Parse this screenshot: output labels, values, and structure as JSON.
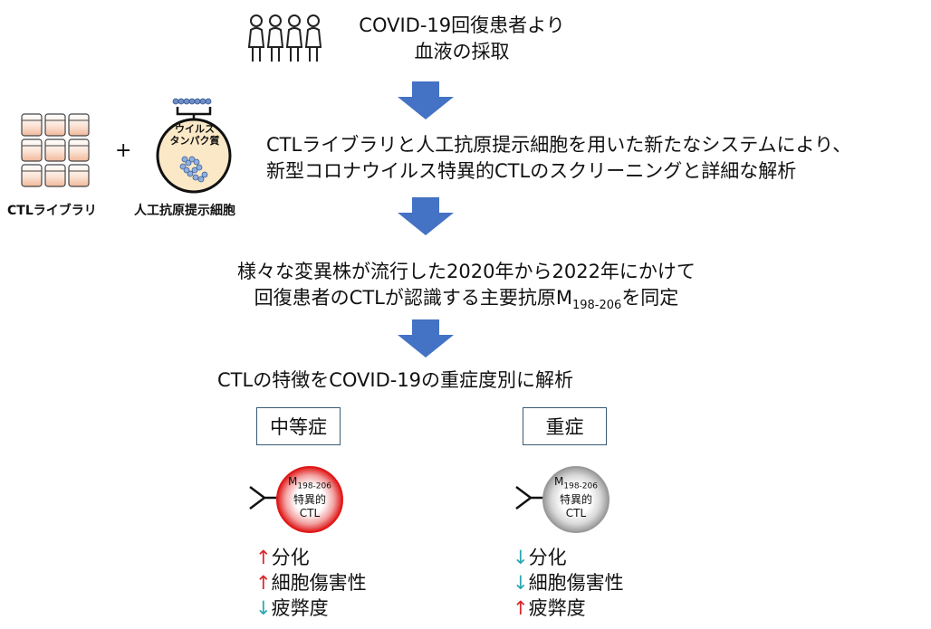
{
  "step1": {
    "line1": "COVID-19回復患者より",
    "line2": "血液の採取"
  },
  "library_label": "CTLライブラリ",
  "plus": "+",
  "apc": {
    "inner_line1": "ウイルス",
    "inner_line2": "タンパク質",
    "label": "人工抗原提示細胞"
  },
  "step2": {
    "line1": "CTLライブラリと人工抗原提示細胞を用いた新たなシステムにより、",
    "line2": "新型コロナウイルス特異的CTLのスクリーニングと詳細な解析"
  },
  "step3": {
    "line1": "様々な変異株が流行した2020年から2022年にかけて",
    "line2_pre": "回復患者のCTLが認識する主要抗原M",
    "line2_sub": "198-206",
    "line2_post": "を同定"
  },
  "step4": "CTLの特徴をCOVID-19の重症度別に解析",
  "groups": [
    {
      "label": "中等症",
      "cell": {
        "m": "M",
        "sub": "198-206",
        "line2": "特異的",
        "line3": "CTL"
      },
      "results": [
        {
          "arrow": "↑",
          "text": "分化"
        },
        {
          "arrow": "↑",
          "text": "細胞傷害性"
        },
        {
          "arrow": "↓",
          "text": "疲弊度"
        }
      ]
    },
    {
      "label": "重症",
      "cell": {
        "m": "M",
        "sub": "198-206",
        "line2": "特異的",
        "line3": "CTL"
      },
      "results": [
        {
          "arrow": "↓",
          "text": "分化"
        },
        {
          "arrow": "↓",
          "text": "細胞傷害性"
        },
        {
          "arrow": "↑",
          "text": "疲弊度"
        }
      ]
    }
  ],
  "colors": {
    "arrow": "#4472c4",
    "up": "#d9262b",
    "down": "#2aa7b2",
    "red_cell": "#e02020",
    "grey_cell": "#a8a8a8"
  }
}
